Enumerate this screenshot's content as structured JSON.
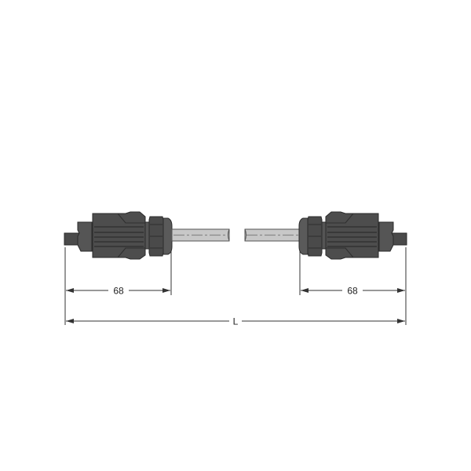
{
  "drawing": {
    "type": "cable-assembly-dimension-drawing",
    "colors": {
      "background": "#ffffff",
      "connector_dark": "#4a4a4a",
      "connector_mid": "#5c5c5c",
      "connector_outline": "#2a2a2a",
      "cable_fill": "#c8c8c8",
      "cable_outline": "#555555",
      "centerline": "#888888",
      "dimension_line": "#333333"
    },
    "left_connector": {
      "label": "left-connector"
    },
    "right_connector": {
      "label": "right-connector"
    },
    "dimensions": {
      "left_connector_length": "68",
      "right_connector_length": "68",
      "overall_length": "L"
    }
  }
}
